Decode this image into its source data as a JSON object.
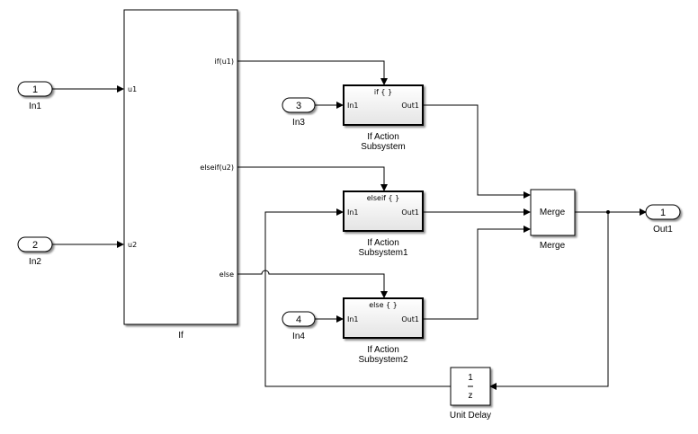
{
  "model": {
    "blocks": {
      "in1": {
        "number": "1",
        "name": "In1"
      },
      "in2": {
        "number": "2",
        "name": "In2"
      },
      "in3": {
        "number": "3",
        "name": "In3"
      },
      "in4": {
        "number": "4",
        "name": "In4"
      },
      "out1": {
        "number": "1",
        "name": "Out1"
      },
      "if_block": {
        "name": "If",
        "inputs": [
          "u1",
          "u2"
        ],
        "outputs": [
          "if(u1)",
          "elseif(u2)",
          "else"
        ]
      },
      "sub0": {
        "header": "if { }",
        "in": "In1",
        "out": "Out1",
        "name_line1": "If Action",
        "name_line2": "Subsystem"
      },
      "sub1": {
        "header": "elseif { }",
        "in": "In1",
        "out": "Out1",
        "name_line1": "If Action",
        "name_line2": "Subsystem1"
      },
      "sub2": {
        "header": "else { }",
        "in": "In1",
        "out": "Out1",
        "name_line1": "If Action",
        "name_line2": "Subsystem2"
      },
      "merge": {
        "label": "Merge",
        "name": "Merge"
      },
      "unit_delay": {
        "numerator": "1",
        "denominator": "z",
        "name": "Unit Delay"
      }
    }
  }
}
